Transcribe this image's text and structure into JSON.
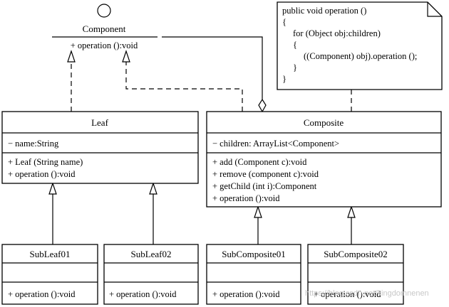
{
  "component": {
    "name": "Component",
    "operation": "+ operation ():void"
  },
  "note": {
    "lines": [
      "public void operation ()",
      "{",
      "for (Object obj:children)",
      "{",
      "((Component) obj).operation ();",
      "}",
      "}"
    ]
  },
  "leaf": {
    "name": "Leaf",
    "attribute": "− name:String",
    "methods": [
      "+ Leaf (String name)",
      "+ operation ():void"
    ]
  },
  "composite": {
    "name": "Composite",
    "attribute": "− children: ArrayList<Component>",
    "methods": [
      "+ add (Component c):void",
      "+ remove (component c):void",
      "+ getChild (int i):Component",
      "+ operation ():void"
    ]
  },
  "subclasses": [
    {
      "name": "SubLeaf01",
      "operation": "+ operation ():void"
    },
    {
      "name": "SubLeaf02",
      "operation": "+ operation ():void"
    },
    {
      "name": "SubComposite01",
      "operation": "+ operation ():void"
    },
    {
      "name": "SubComposite02",
      "operation": "+ operation ():void"
    }
  ],
  "watermark": "https://blog.csdn.net/kingdomnenen"
}
